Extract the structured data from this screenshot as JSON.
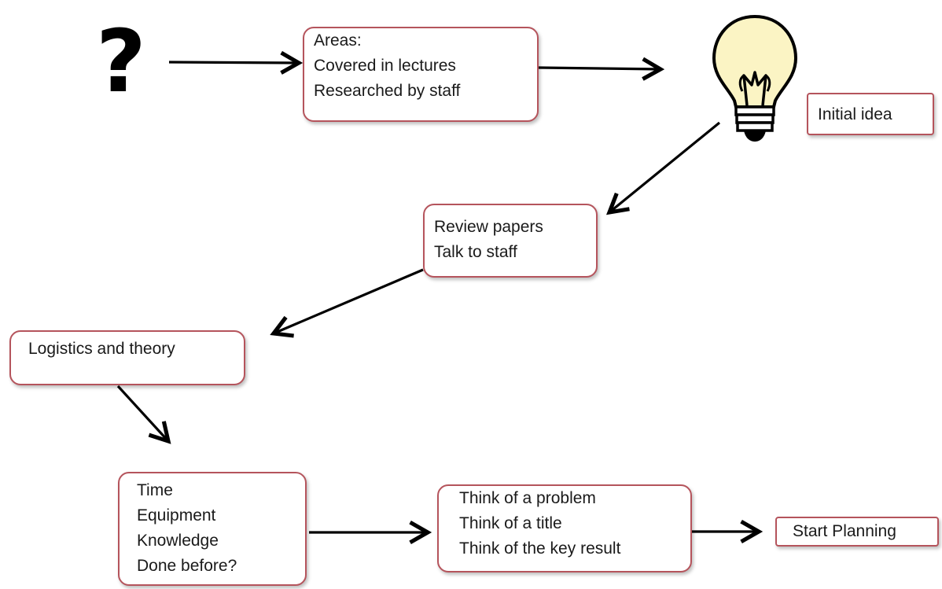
{
  "diagram": {
    "start_symbol": "?",
    "areas_box": {
      "lines": [
        "Areas:",
        "Covered in lectures",
        "Researched by staff"
      ]
    },
    "initial_idea_label": "Initial idea",
    "review_box": {
      "lines": [
        "Review papers",
        "Talk to staff"
      ]
    },
    "logistics_box": {
      "lines": [
        "Logistics and theory"
      ]
    },
    "checklist_box": {
      "lines": [
        "Time",
        "Equipment",
        "Knowledge",
        "Done before?"
      ]
    },
    "think_box": {
      "lines": [
        "Think of a problem",
        "Think of a title",
        "Think of the key result"
      ]
    },
    "start_planning_label": "Start Planning",
    "bulb_icon": "lightbulb-icon",
    "colors": {
      "box_border": "#b5545c",
      "bulb_fill": "#fbf4c4",
      "arrow": "#000000"
    }
  }
}
